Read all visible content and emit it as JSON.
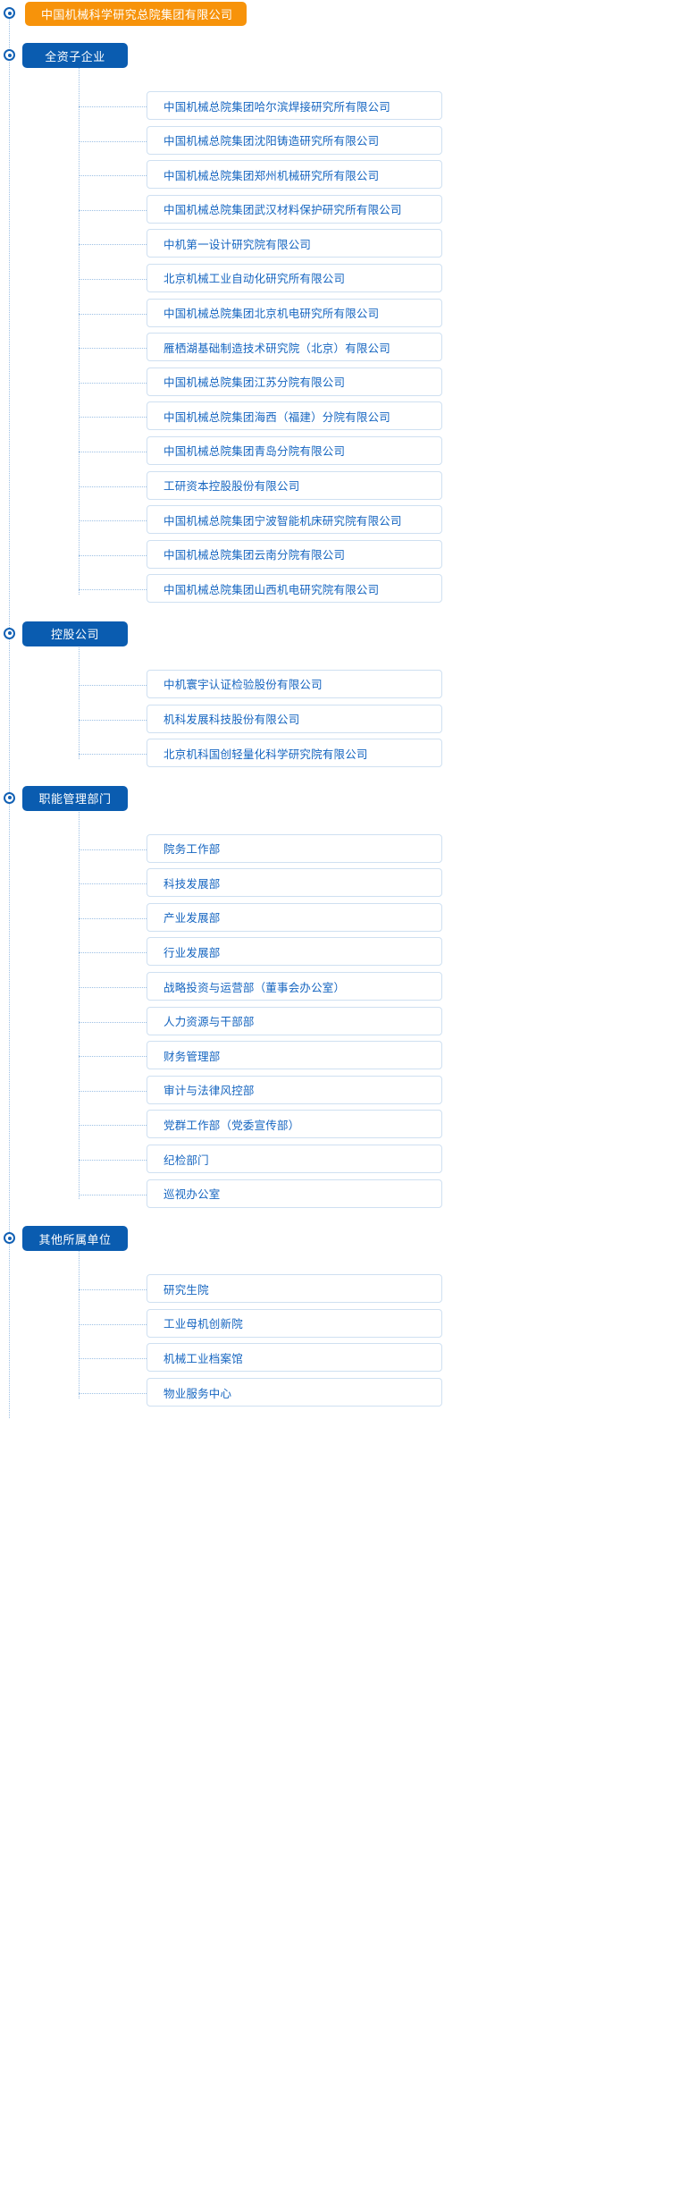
{
  "root": {
    "label": "中国机械科学研究总院集团有限公司",
    "color": "#f7930a",
    "marker_icon": "target-dot-icon"
  },
  "theme": {
    "group_color": "#0a5cb0",
    "leaf_text_color": "#1565c0",
    "leaf_border_color": "#cfe0f1",
    "connector_color": "#9dc0e4"
  },
  "groups": [
    {
      "label": "全资子企业",
      "children": [
        {
          "label": "中国机械总院集团哈尔滨焊接研究所有限公司"
        },
        {
          "label": "中国机械总院集团沈阳铸造研究所有限公司"
        },
        {
          "label": "中国机械总院集团郑州机械研究所有限公司"
        },
        {
          "label": "中国机械总院集团武汉材料保护研究所有限公司"
        },
        {
          "label": "中机第一设计研究院有限公司"
        },
        {
          "label": "北京机械工业自动化研究所有限公司"
        },
        {
          "label": "中国机械总院集团北京机电研究所有限公司"
        },
        {
          "label": "雁栖湖基础制造技术研究院（北京）有限公司"
        },
        {
          "label": "中国机械总院集团江苏分院有限公司"
        },
        {
          "label": "中国机械总院集团海西（福建）分院有限公司"
        },
        {
          "label": "中国机械总院集团青岛分院有限公司"
        },
        {
          "label": "工研资本控股股份有限公司"
        },
        {
          "label": "中国机械总院集团宁波智能机床研究院有限公司"
        },
        {
          "label": "中国机械总院集团云南分院有限公司"
        },
        {
          "label": "中国机械总院集团山西机电研究院有限公司"
        }
      ]
    },
    {
      "label": "控股公司",
      "children": [
        {
          "label": "中机寰宇认证检验股份有限公司"
        },
        {
          "label": "机科发展科技股份有限公司"
        },
        {
          "label": "北京机科国创轻量化科学研究院有限公司"
        }
      ]
    },
    {
      "label": "职能管理部门",
      "children": [
        {
          "label": "院务工作部"
        },
        {
          "label": "科技发展部"
        },
        {
          "label": "产业发展部"
        },
        {
          "label": "行业发展部"
        },
        {
          "label": "战略投资与运营部（董事会办公室）"
        },
        {
          "label": "人力资源与干部部"
        },
        {
          "label": "财务管理部"
        },
        {
          "label": "审计与法律风控部"
        },
        {
          "label": "党群工作部（党委宣传部）"
        },
        {
          "label": "纪检部门"
        },
        {
          "label": "巡视办公室"
        }
      ]
    },
    {
      "label": "其他所属单位",
      "children": [
        {
          "label": "研究生院"
        },
        {
          "label": "工业母机创新院"
        },
        {
          "label": "机械工业档案馆"
        },
        {
          "label": "物业服务中心"
        }
      ]
    }
  ]
}
